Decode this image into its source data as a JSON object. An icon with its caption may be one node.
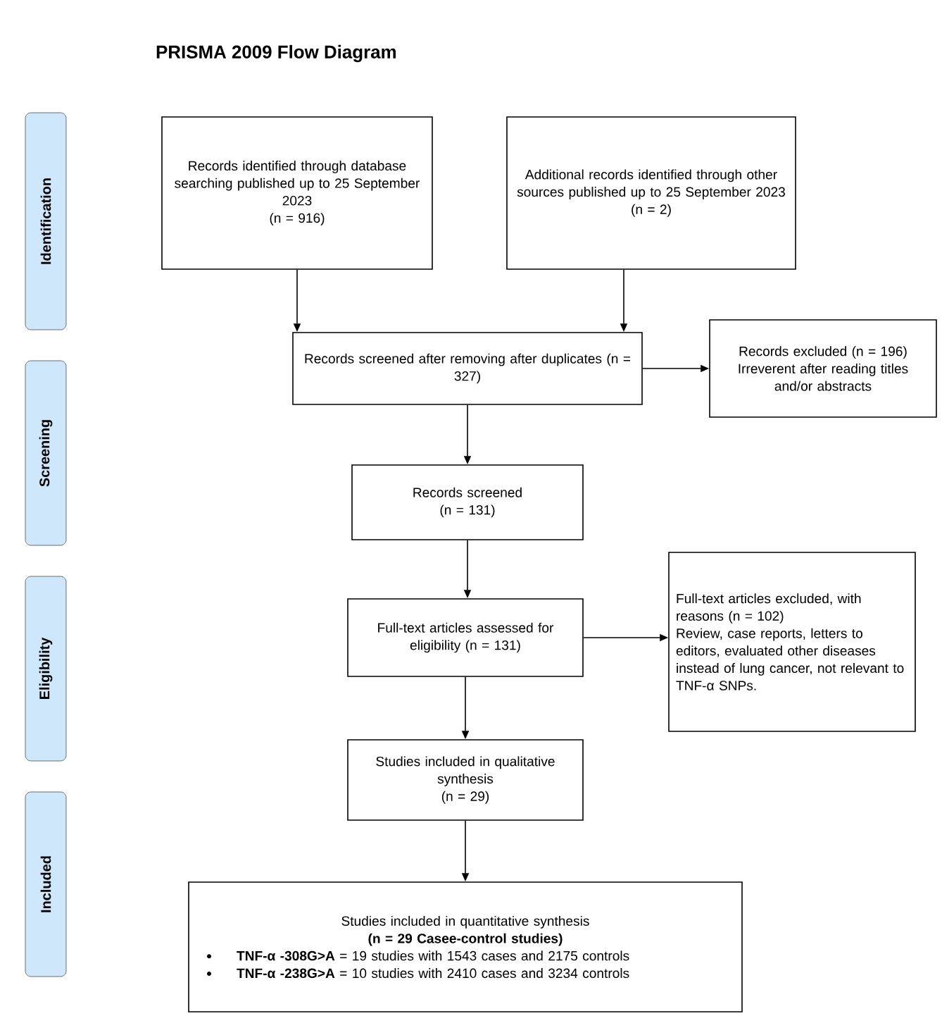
{
  "diagram": {
    "title": "PRISMA 2009 Flow Diagram",
    "nodes": [
      {
        "text": [
          "Identification"
        ]
      },
      {
        "text": [
          "Screening"
        ]
      },
      {
        "text": [
          "Eligibility"
        ]
      },
      {
        "text": [
          "Included"
        ]
      },
      {
        "text": [
          "Records identified through database searching published up to 25 September 2023",
          "(n = 916)"
        ]
      },
      {
        "text": [
          "Additional records identified through other sources published up to 25 September 2023",
          "(n = 2)"
        ]
      },
      {
        "text": [
          "Records screened after removing after duplicates (n = 327)"
        ]
      },
      {
        "text": [
          "Records excluded (n = 196) Irreverent after reading titles and/or abstracts"
        ]
      },
      {
        "text": [
          "Records screened",
          "(n = 131)"
        ]
      },
      {
        "text": [
          "Full-text articles assessed for eligibility (n = 131)"
        ]
      },
      {
        "text": [
          "Full-text articles excluded, with reasons (n = 102)",
          "Review, case reports, letters to editors, evaluated other diseases instead of lung cancer, not relevant to TNF-α SNPs."
        ]
      },
      {
        "text": [
          "Studies included in qualitative synthesis",
          "(n = 29)"
        ]
      },
      {
        "text": [
          "Studies included in quantitative synthesis",
          "(n = 29 Casee-control studies)",
          "**TNF-α -308G>A** = 19 studies with 1543 cases and 2175 controls",
          "**TNF-α -238G>A** = 10 studies with 2410 cases and 3234 controls"
        ]
      }
    ],
    "edges": [
      {
        "from": 4,
        "to": 6,
        "arrow": "to"
      },
      {
        "from": 5,
        "to": 6,
        "arrow": "to"
      },
      {
        "from": 6,
        "to": 7,
        "arrow": "to"
      },
      {
        "from": 6,
        "to": 8,
        "arrow": "to"
      },
      {
        "from": 8,
        "to": 9,
        "arrow": "to"
      },
      {
        "from": 9,
        "to": 10,
        "arrow": "to"
      },
      {
        "from": 9,
        "to": 11,
        "arrow": "to"
      },
      {
        "from": 11,
        "to": 12,
        "arrow": "to"
      }
    ]
  }
}
